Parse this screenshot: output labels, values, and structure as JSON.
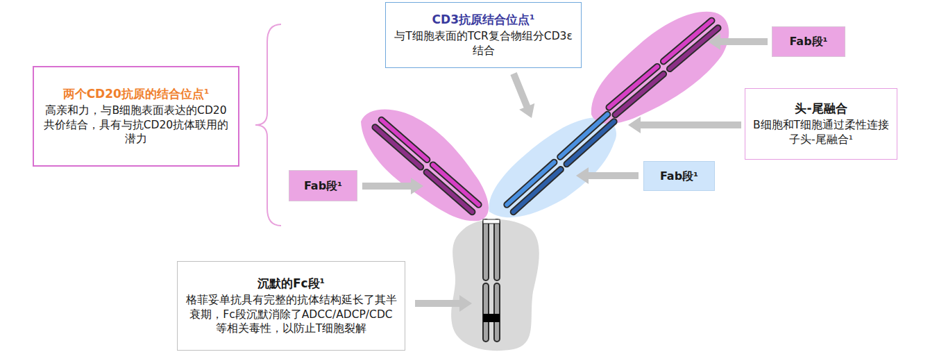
{
  "diagram": {
    "nodes": [
      {
        "text": [
          "两个CD20抗原的结合位点¹",
          "高亲和力，与B细胞表面表达的CD20共价结合，具有与抗CD20抗体联用的潜力"
        ]
      },
      {
        "text": [
          "CD3抗原结合位点¹",
          "与T细胞表面的TCR复合物组分CD3ε结合"
        ]
      },
      {
        "text": [
          "Fab段¹"
        ]
      },
      {
        "text": [
          "头-尾融合",
          "B细胞和T细胞通过柔性连接子头-尾融合¹"
        ]
      },
      {
        "text": [
          "Fab段¹"
        ]
      },
      {
        "text": [
          "Fab段¹"
        ]
      },
      {
        "text": [
          "沉默的Fc段¹",
          "格菲妥单抗具有完整的抗体结构延长了其半衰期，Fc段沉默消除了ADCC/ADCP/CDC等相关毒性，以防止T细胞裂解"
        ]
      }
    ]
  }
}
